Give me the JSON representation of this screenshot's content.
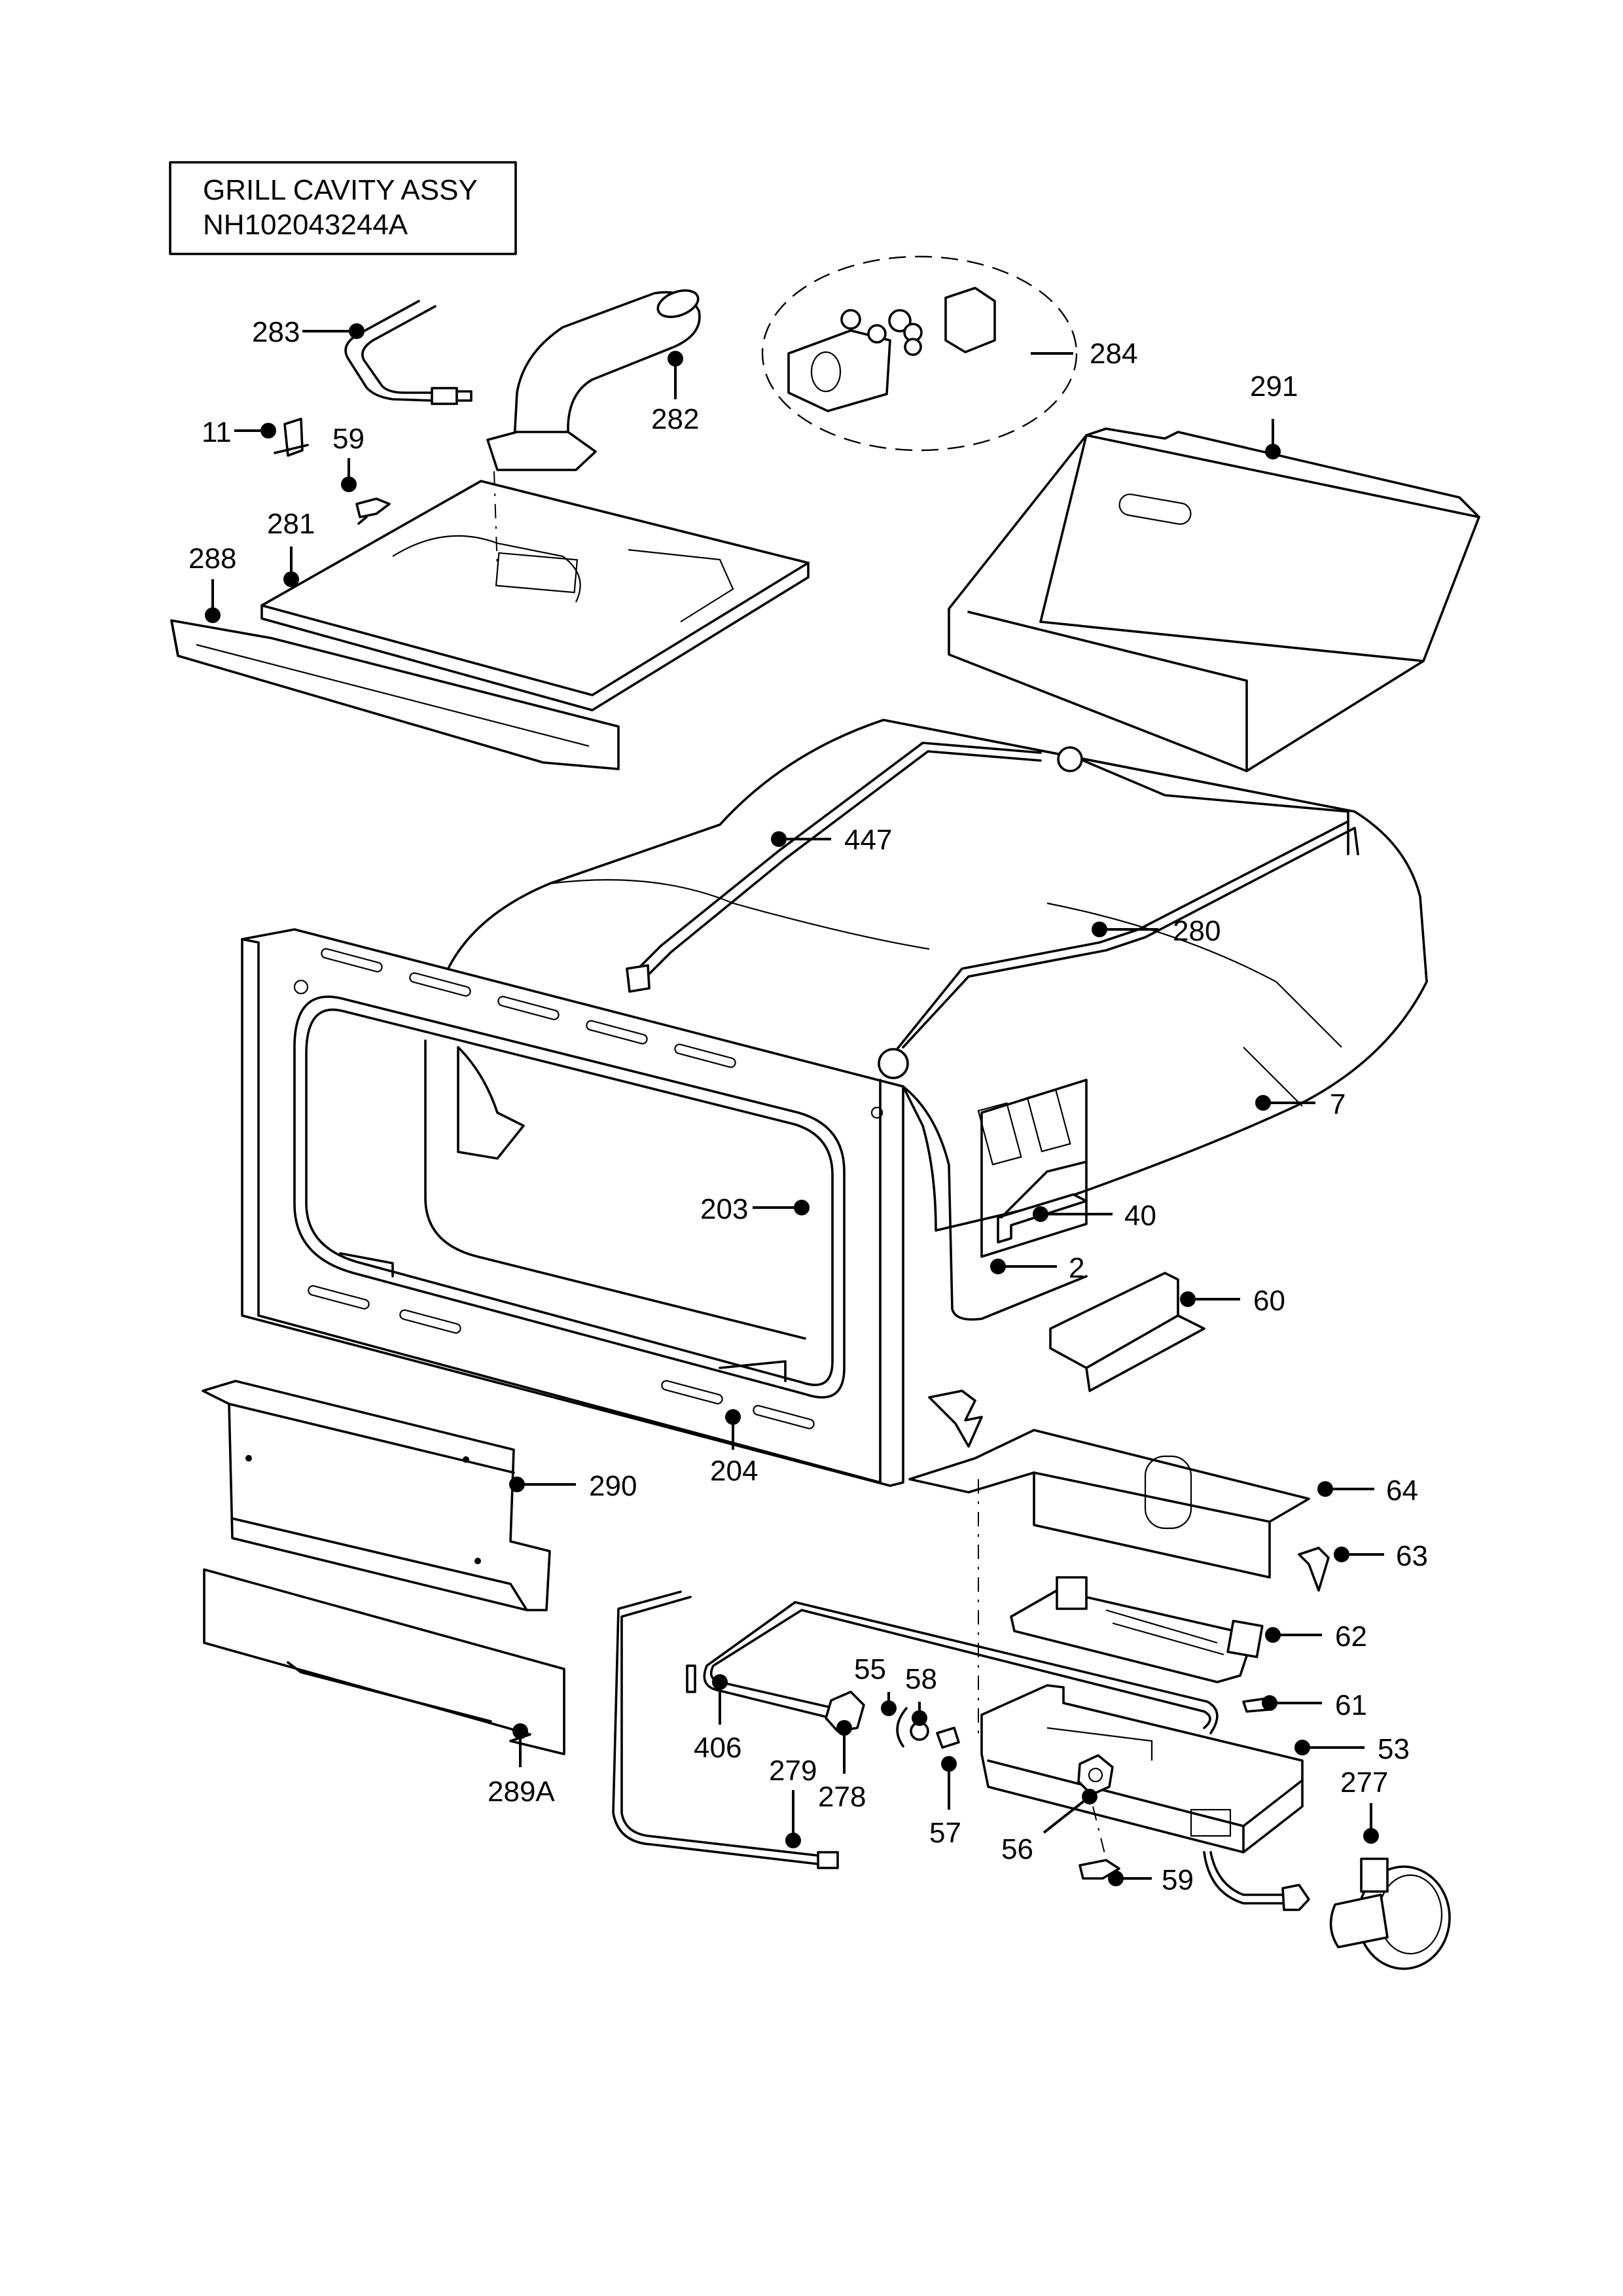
{
  "title": {
    "line1": "GRILL CAVITY ASSY",
    "line2": "NH102043244A"
  },
  "part_labels": {
    "p283": "283",
    "p282": "282",
    "p284": "284",
    "p291": "291",
    "p11": "11",
    "p59a": "59",
    "p281": "281",
    "p288": "288",
    "p447": "447",
    "p280": "280",
    "p7": "7",
    "p203": "203",
    "p40": "40",
    "p2": "2",
    "p60": "60",
    "p290": "290",
    "p204": "204",
    "p64": "64",
    "p63": "63",
    "p62": "62",
    "p61": "61",
    "p55": "55",
    "p58": "58",
    "p53": "53",
    "p277": "277",
    "p406": "406",
    "p279": "279",
    "p278": "278",
    "p57": "57",
    "p56": "56",
    "p59b": "59",
    "p289a": "289A"
  }
}
